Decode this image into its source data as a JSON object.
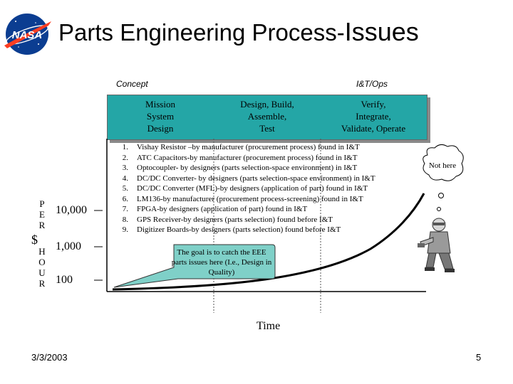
{
  "logo": {
    "text": "NASA"
  },
  "title": {
    "main": "Parts Engineering Process-",
    "emphasis": "Issues"
  },
  "phases": {
    "concept_label": "Concept",
    "ops_label": "I&T/Ops",
    "boxes": [
      "Mission\nSystem\nDesign",
      "Design, Build,\nAssemble,\nTest",
      "Verify,\nIntegrate,\nValidate, Operate"
    ]
  },
  "y_axis": {
    "currency": "$",
    "per_letters": [
      "P",
      "E",
      "R"
    ],
    "hour_letters": [
      "H",
      "O",
      "U",
      "R"
    ],
    "tick_labels": [
      "10,000",
      "1,000",
      "100"
    ]
  },
  "issues": [
    {
      "num": "1.",
      "text": "Vishay Resistor –by manufacturer (procurement process) found in I&T"
    },
    {
      "num": "2.",
      "text": "ATC Capacitors-by manufacturer (procurement process) found in I&T"
    },
    {
      "num": "3.",
      "text": "Optocoupler- by designers (parts selection-space environment) in I&T"
    },
    {
      "num": "4.",
      "text": "DC/DC Converter- by designers (parts selection-space environment) in I&T"
    },
    {
      "num": "5.",
      "text": "DC/DC Converter (MFL)-by designers (application of part) found in I&T"
    },
    {
      "num": "6.",
      "text": "LM136-by manufacturer (procurement process-screening) found in I&T"
    },
    {
      "num": "7.",
      "text": "FPGA-by designers (application of part) found in I&T"
    },
    {
      "num": "8.",
      "text": "GPS Receiver-by designers (parts selection) found before I&T"
    },
    {
      "num": "9.",
      "text": "Digitizer Boards-by designers (parts selection) found before I&T"
    }
  ],
  "callout": {
    "text": "The goal is to catch the EEE parts issues here (I.e., Design in Quality)"
  },
  "thought_bubble": {
    "text": "Not here"
  },
  "x_axis": {
    "label": "Time"
  },
  "footer": {
    "date": "3/3/2003",
    "page": "5"
  },
  "colors": {
    "phase_band": "#24a6a6",
    "nasa_blue": "#0b3d91",
    "nasa_red": "#fc3d21",
    "callout_fill": "#7fd0c8"
  }
}
